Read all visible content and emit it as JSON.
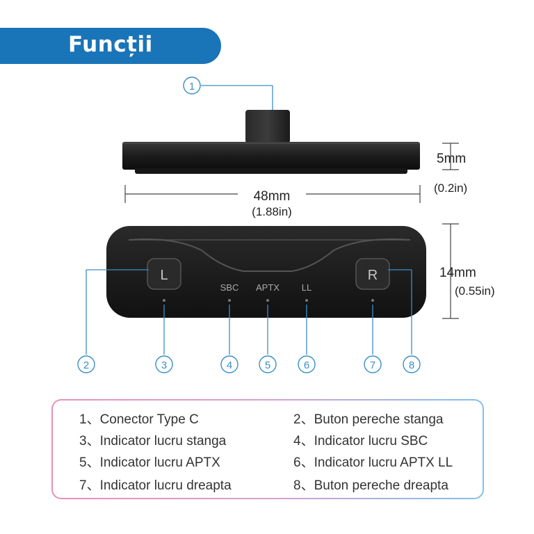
{
  "title": "Funcții",
  "dimensions": {
    "height_mm": "5mm",
    "height_in": "(0.2in)",
    "width_mm": "48mm",
    "width_in": "(1.88in)",
    "depth_mm": "14mm",
    "depth_in": "(0.55in)"
  },
  "device": {
    "button_left": "L",
    "button_right": "R",
    "indicator_sbc": "SBC",
    "indicator_aptx": "APTX",
    "indicator_ll": "LL"
  },
  "callouts": [
    "1",
    "2",
    "3",
    "4",
    "5",
    "6",
    "7",
    "8"
  ],
  "legend": [
    {
      "num": "1、",
      "text": "Conector Type C"
    },
    {
      "num": "2、",
      "text": "Buton pereche stanga"
    },
    {
      "num": "3、",
      "text": "Indicator lucru stanga"
    },
    {
      "num": "4、",
      "text": "Indicator lucru SBC"
    },
    {
      "num": "5、",
      "text": "Indicator lucru APTX"
    },
    {
      "num": "6、",
      "text": "Indicator lucru APTX LL"
    },
    {
      "num": "7、",
      "text": "Indicator lucru dreapta"
    },
    {
      "num": "8、",
      "text": "Buton pereche dreapta"
    }
  ],
  "colors": {
    "banner": "#1a74b8",
    "callout": "#3a8fc7",
    "device": "#1e1e1e"
  }
}
